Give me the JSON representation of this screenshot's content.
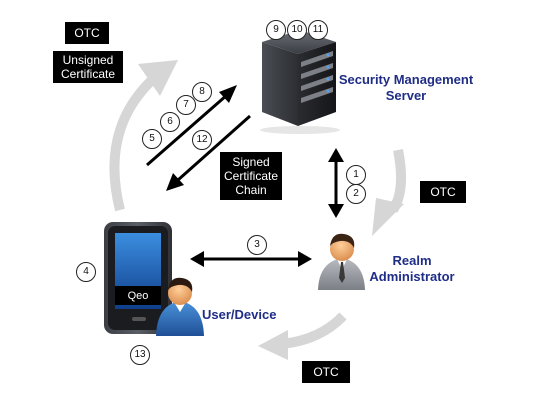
{
  "boxes": {
    "otc_top": "OTC",
    "unsigned_certificate": "Unsigned Certificate",
    "signed_certificate_chain": "Signed Certificate Chain",
    "otc_right": "OTC",
    "otc_bottom": "OTC"
  },
  "labels": {
    "server": "Security Management Server",
    "admin": "Realm Administrator",
    "user": "User/Device",
    "phone_screen": "Qeo"
  },
  "steps": {
    "s1": "1",
    "s2": "2",
    "s3": "3",
    "s4": "4",
    "s5": "5",
    "s6": "6",
    "s7": "7",
    "s8": "8",
    "s9": "9",
    "s10": "10",
    "s11": "11",
    "s12": "12",
    "s13": "13"
  },
  "colors": {
    "label_blue": "#1f2d87",
    "flow_arrow_gray": "#d6d6d6",
    "person_blue": "#2a6fb5",
    "person_orange": "#e07a3a"
  }
}
